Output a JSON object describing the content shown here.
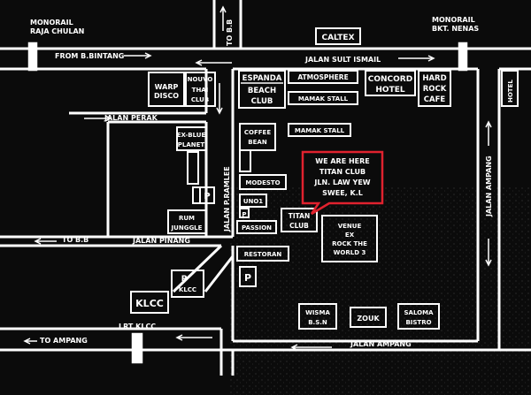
{
  "map": {
    "stations": {
      "monorail_raja_chulan": [
        "MONORAIL",
        "RAJA CHULAN"
      ],
      "monorail_bkt_nenas": [
        "MONORAIL",
        "BKT. NENAS"
      ],
      "lrt_klcc": "LRT KLCC"
    },
    "roads": {
      "from_b_bintang": "FROM B.BINTANG",
      "to_bb_top": "TO B.B",
      "jalan_sult_ismail": "JALAN SULT ISMAIL",
      "jalan_perak": "JALAN PERAK",
      "jalan_p_ramlee": "JALAN P.RAMLEE",
      "to_bb_left": "TO B.B",
      "jalan_pinang": "JALAN PINANG",
      "to_ampang": "TO AMPANG",
      "jalan_ampang_bottom": "JALAN AMPANG",
      "jalan_ampang_right": "JALAN AMPANG"
    },
    "venues": {
      "caltex": "CALTEX",
      "hotel": "HOTEL",
      "warp_disco": [
        "WARP",
        "DISCO"
      ],
      "nouvo": [
        "NOUVO",
        "THAI",
        "CLUB"
      ],
      "espanda": [
        "ESPANDA",
        "BEACH",
        "CLUB"
      ],
      "atmosphere": "ATMOSPHERE",
      "concord": [
        "CONCORD",
        "HOTEL"
      ],
      "hard_rock": [
        "HARD",
        "ROCK",
        "CAFE"
      ],
      "mamak_stall_1": "MAMAK STALL",
      "mamak_stall_2": "MAMAK STALL",
      "coffee_bean": [
        "COFFEE",
        "BEAN"
      ],
      "ex_blue_planet": [
        "EX-BLUE",
        "PLANET"
      ],
      "modesto": "MODESTO",
      "uno1": "UNO1",
      "passion": "PASSION",
      "titan_club": [
        "TITAN",
        "CLUB"
      ],
      "rum_jungle": [
        "RUM",
        "JUNGGLE"
      ],
      "venue_ex_rock": [
        "VENUE",
        "EX",
        "ROCK THE",
        "WORLD 3"
      ],
      "restoran": "RESTORAN",
      "klcc": "KLCC",
      "wisma": [
        "WISMA",
        "B.S.N"
      ],
      "zouk": "ZOUK",
      "saloma": [
        "SALOMA",
        "BISTRO"
      ],
      "parking": "P"
    },
    "callout": {
      "lines": [
        "WE ARE HERE",
        "TITAN CLUB",
        "JLN. LAW YEW",
        "SWEE, K.L"
      ],
      "border_color": "#e0222e"
    },
    "colors": {
      "background": "#0b0b0b",
      "lines": "#ffffff",
      "callout_border": "#e0222e"
    }
  }
}
